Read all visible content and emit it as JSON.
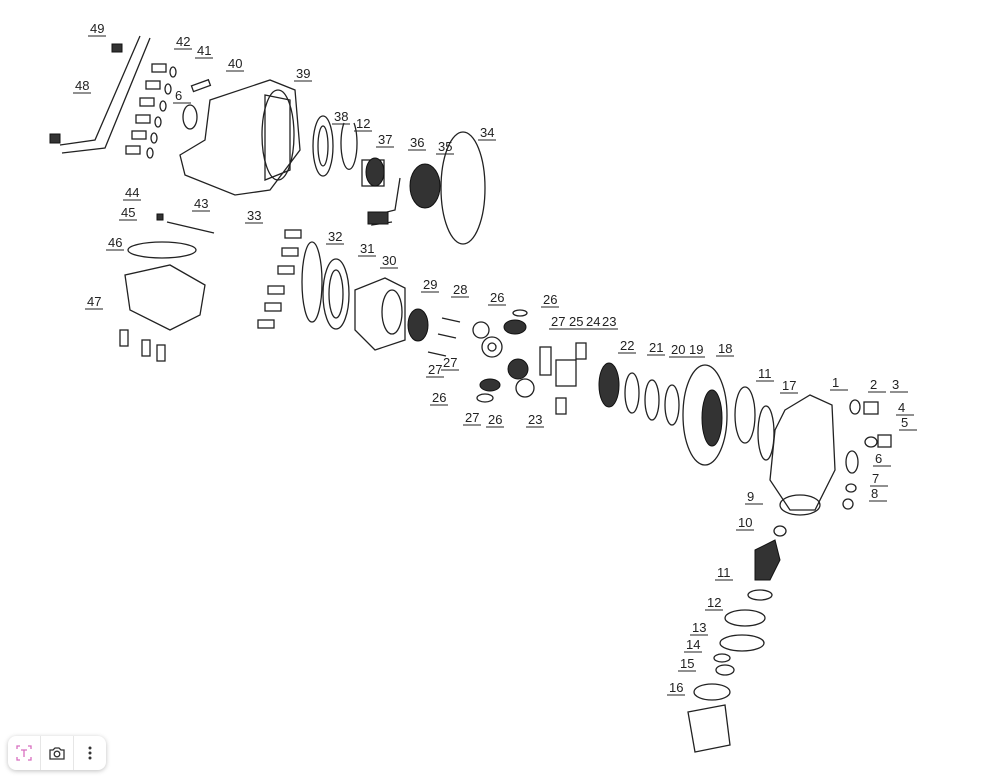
{
  "diagram": {
    "type": "exploded-parts-diagram",
    "part_labels": [
      "49",
      "42",
      "41",
      "40",
      "39",
      "48",
      "6",
      "38",
      "12",
      "37",
      "36",
      "35",
      "34",
      "44",
      "43",
      "45",
      "46",
      "33",
      "32",
      "31",
      "30",
      "29",
      "28",
      "26",
      "26",
      "27",
      "25",
      "24",
      "23",
      "47",
      "27",
      "27",
      "22",
      "21",
      "20",
      "19",
      "18",
      "11",
      "17",
      "1",
      "2",
      "3",
      "4",
      "5",
      "6",
      "7",
      "8",
      "26",
      "27",
      "26",
      "23",
      "9",
      "10",
      "11",
      "12",
      "13",
      "14",
      "15",
      "16"
    ]
  },
  "toolbar": {
    "items": [
      {
        "name": "text-select-icon",
        "color": "#d86fc0"
      },
      {
        "name": "camera-search-icon",
        "color": "#333333"
      },
      {
        "name": "more-vertical-icon",
        "color": "#333333"
      }
    ]
  }
}
